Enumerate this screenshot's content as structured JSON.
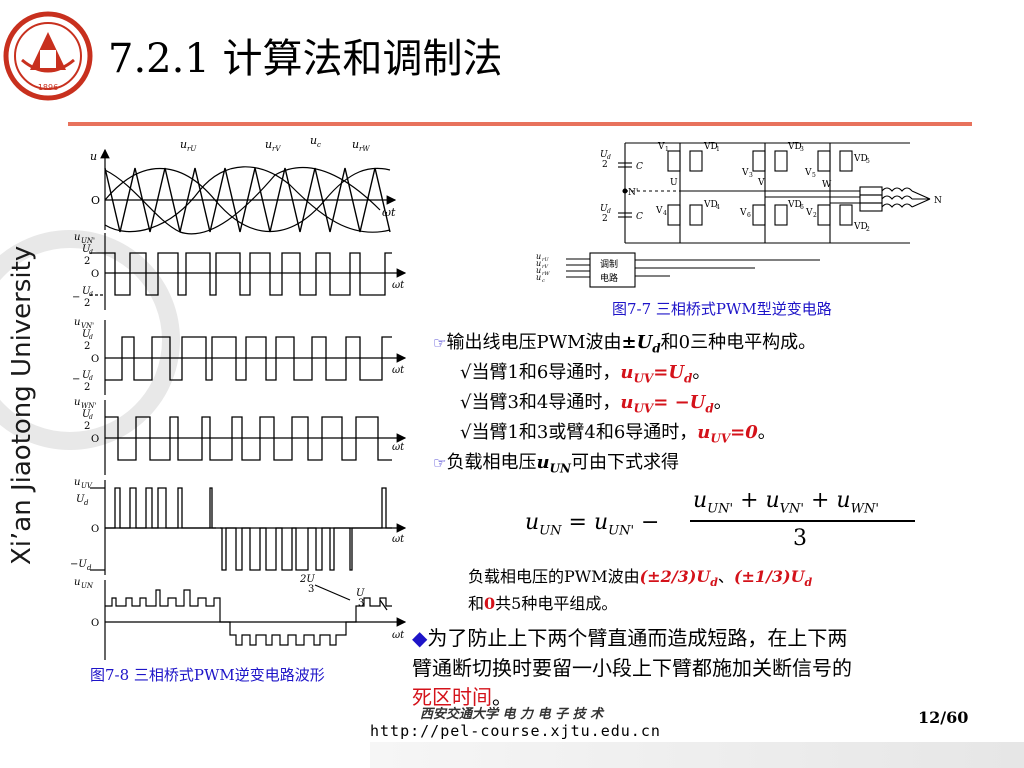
{
  "slide": {
    "title": "7.2.1 计算法和调制法",
    "watermark": "Xi’an Jiaotong University",
    "logo_year": "1896"
  },
  "waveform_figure": {
    "caption": "图7-8  三相桥式PWM逆变电路波形",
    "labels": {
      "u": "u",
      "ot": "ωt",
      "o": "O",
      "urU": "u",
      "urU_sub": "rU",
      "urV": "u",
      "urV_sub": "rV",
      "uc": "u",
      "uc_sub": "c",
      "urW": "u",
      "urW_sub": "rW",
      "uUN": "u",
      "uUN_sub": "UN'",
      "uVN": "u",
      "uVN_sub": "VN'",
      "uWN": "u",
      "uWN_sub": "WN'",
      "uUV": "u",
      "uUV_sub": "UV",
      "uUNl": "u",
      "uUNl_sub": "UN",
      "ud2_num": "U",
      "ud2_sub": "d",
      "ud2_den": "2",
      "Ud": "U",
      "Ud_sub": "d",
      "negUd": "−U",
      "negUd_sub": "d",
      "twoUd3_num": "2U",
      "twoUd3_den": "3",
      "Ud3_num": "U",
      "Ud3_den": "3",
      "neg": "−"
    }
  },
  "circuit_figure": {
    "caption": "图7-7  三相桥式PWM型逆变电路",
    "labels": {
      "C": "C",
      "Nprime": "N'",
      "N": "N",
      "U": "U",
      "V": "V",
      "W": "W",
      "V1": "V",
      "V1s": "1",
      "V3": "V",
      "V3s": "3",
      "V5": "V",
      "V5s": "5",
      "V4": "V",
      "V4s": "4",
      "V6": "V",
      "V6s": "6",
      "V2": "V",
      "V2s": "2",
      "VD1": "VD",
      "VD1s": "1",
      "VD3": "VD",
      "VD3s": "3",
      "VD5": "VD",
      "VD5s": "5",
      "VD4": "VD",
      "VD4s": "4",
      "VD6": "VD",
      "VD6s": "6",
      "VD2": "VD",
      "VD2s": "2",
      "Ud2": "U",
      "Ud2s": "d",
      "two": "2",
      "ctrl1": "调制",
      "ctrl2": "电路",
      "in_urU": "u",
      "in_urU_s": "rU",
      "in_urV": "u",
      "in_urV_s": "rV",
      "in_urW": "u",
      "in_urW_s": "rW",
      "in_uc": "u",
      "in_uc_s": "c"
    }
  },
  "text": {
    "b1": "输出线电压PWM波由",
    "b1_pm": "±U",
    "b1_sub": "d",
    "b1_end": "和0三种电平构成。",
    "c1": "√当臂1和6导通时，",
    "c1_v": "u",
    "c1_vs": "UV",
    "c1_eq": "=U",
    "c1_es": "d",
    "c1_end": "。",
    "c2": "√当臂3和4导通时，",
    "c2_v": "u",
    "c2_vs": "UV",
    "c2_eq": "= −U",
    "c2_es": "d",
    "c2_end": "。",
    "c3": "√当臂1和3或臂4和6导通时，",
    "c3_v": "u",
    "c3_vs": "UV",
    "c3_eq": "=0",
    "c3_end": "。",
    "b2": "负载相电压",
    "b2_v": "u",
    "b2_vs": "UN",
    "b2_end": "可由下式求得",
    "eq_lhs": "u",
    "eq_lhs_s": "UN",
    "eq_eq": "=",
    "eq_t1": "u",
    "eq_t1_s": "UN'",
    "eq_minus": "−",
    "eq_num": "u",
    "eq_num_s1": "UN'",
    "eq_plus1": " + u",
    "eq_num_s2": "VN'",
    "eq_plus2": " + u",
    "eq_num_s3": "WN'",
    "eq_den": "3",
    "n1": "负载相电压的PWM波由",
    "n1_a": "(±2/3)U",
    "n1_as": "d",
    "n1_sep": "、",
    "n1_b": "(±1/3)U",
    "n1_bs": "d",
    "n2_a": "和",
    "n2_zero": "0",
    "n2_b": "共5种电平组成。",
    "p1": "为了防止上下两个臂直通而造成短路，在上下两",
    "p2": "臂通断切换时要留一小段上下臂都施加关断信号的",
    "p3_red": "死区时间",
    "p3_end": "。"
  },
  "footer": {
    "brand": "西安交通大学 电 力 电 子 技 术",
    "url": "http://pel-course.xjtu.edu.cn",
    "page": "12/60"
  }
}
